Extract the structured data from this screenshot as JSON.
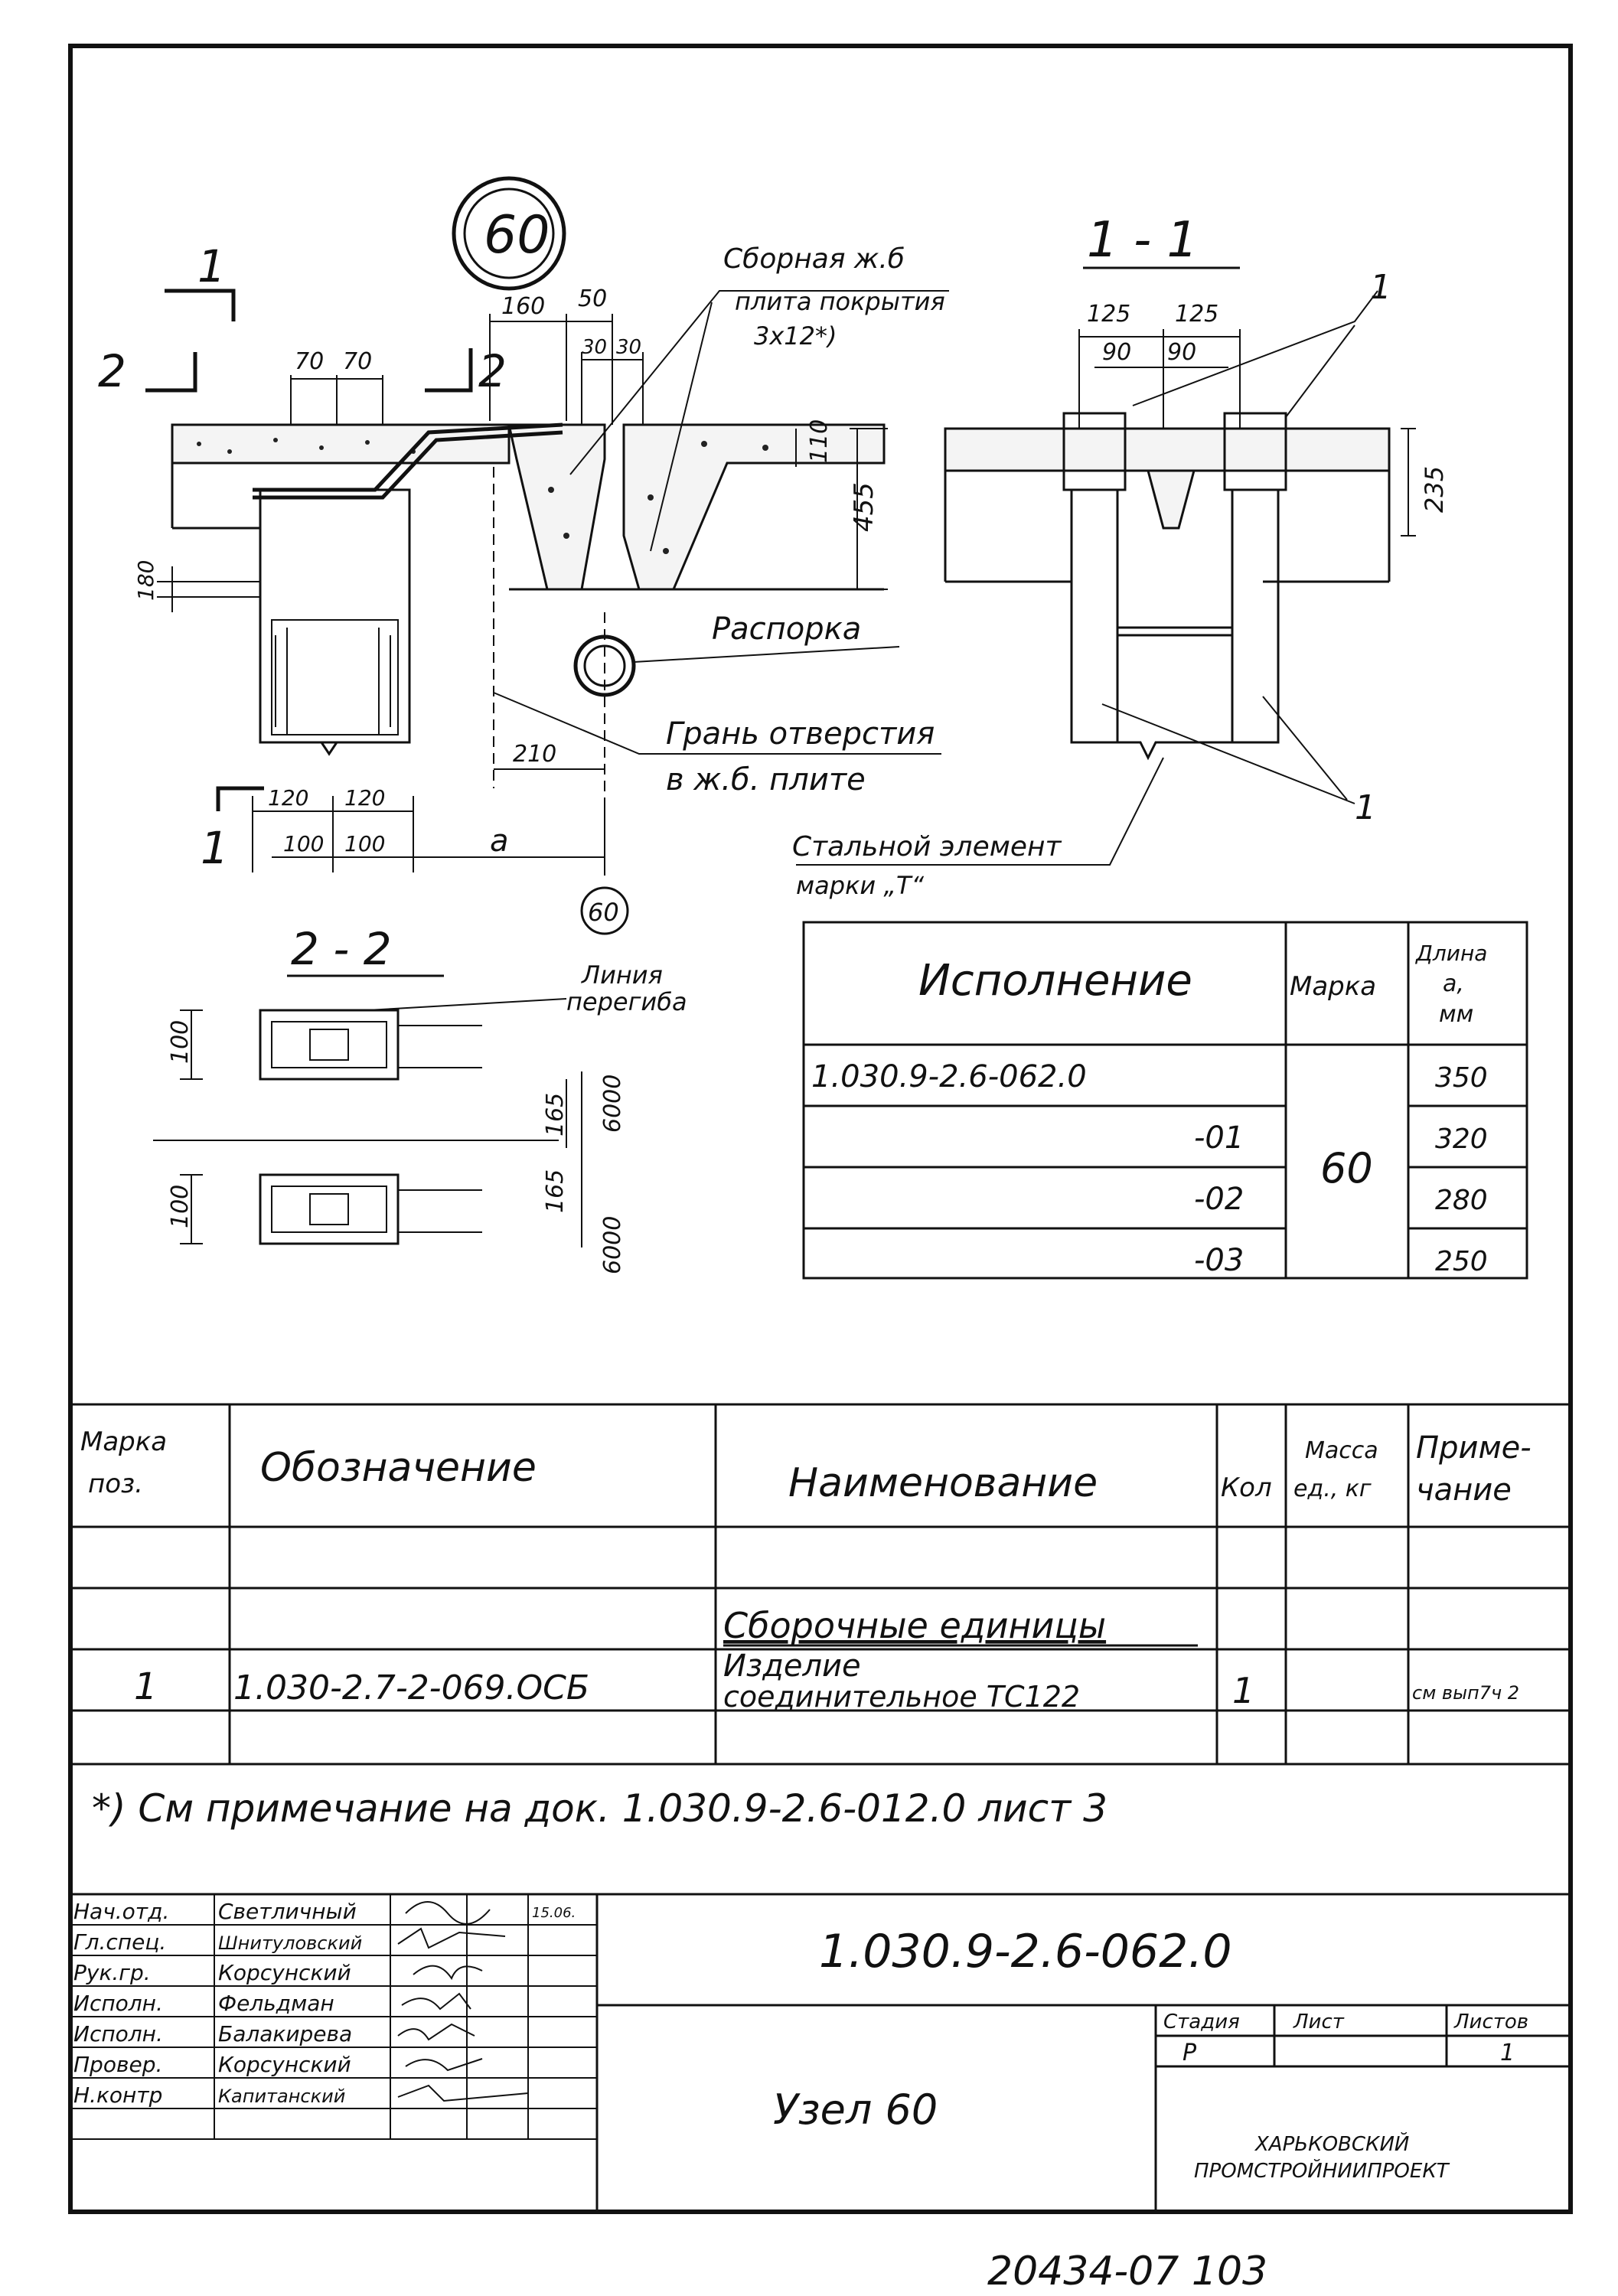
{
  "node_mark": "60",
  "callout_ref": "60",
  "section_1_1_title": "1 - 1",
  "section_2_2_title": "2 - 2",
  "cut_labels": {
    "one": "1",
    "two": "2"
  },
  "labels": {
    "precast_slab": "Сборная ж.б плита покрытия 3х12*)",
    "spacer": "Распорка",
    "hole_edge": "Грань отверстия в ж.б. плите",
    "steel_element": "Стальной элемент марки „Т“",
    "bend_line": "Линия перегиба",
    "dim_a": "a",
    "leader_1": "1"
  },
  "dimensions": {
    "d160": "160",
    "d50": "50",
    "d70a": "70",
    "d70b": "70",
    "d30a": "30",
    "d30b": "30",
    "d110": "110",
    "d455": "455",
    "d180": "180",
    "d210": "210",
    "d120a": "120",
    "d120b": "120",
    "d100a": "100",
    "d100b": "100",
    "d125a": "125",
    "d125b": "125",
    "d90a": "90",
    "d90b": "90",
    "d235": "235",
    "d100c": "100",
    "d165a": "165",
    "d6000a": "6000",
    "d100d": "100",
    "d165b": "165",
    "d6000b": "6000"
  },
  "exec_table": {
    "headers": {
      "execution": "Исполнение",
      "mark": "Марка",
      "length": "Длина а, мм"
    },
    "mark_value": "60",
    "rows": [
      {
        "execution": "1.030.9-2.6-062.0",
        "length": "350"
      },
      {
        "execution": "-01",
        "length": "320"
      },
      {
        "execution": "-02",
        "length": "280"
      },
      {
        "execution": "-03",
        "length": "250"
      }
    ]
  },
  "spec_table": {
    "headers": {
      "pos": "Марка поз.",
      "designation": "Обозначение",
      "name": "Наименование",
      "qty": "Кол",
      "mass": "Масса ед., кг",
      "note": "Приме-чание"
    },
    "section_header": "Сборочные единицы",
    "row": {
      "pos": "1",
      "designation": "1.030-2.7-2-069.ОСБ",
      "name": "Изделие соединительное ТС122",
      "qty": "1",
      "mass": "",
      "note": "см вып7ч 2"
    }
  },
  "footnote": "*) См примечание на док. 1.030.9-2.6-012.0 лист 3",
  "title_block": {
    "doc_code": "1.030.9-2.6-062.0",
    "title": "Узел 60",
    "stage_header": "Стадия",
    "sheet_header": "Лист",
    "sheets_header": "Листов",
    "stage": "Р",
    "sheet": "",
    "sheets": "1",
    "org": "ХАРЬКОВСКИЙ ПРОМСТРОЙНИИПРОЕКТ",
    "date": "15.06.",
    "staff": [
      {
        "role": "Нач.отд.",
        "name": "Светличный"
      },
      {
        "role": "Гл.спец.",
        "name": "Шнитуловский"
      },
      {
        "role": "Рук.гр.",
        "name": "Корсунский"
      },
      {
        "role": "Исполн.",
        "name": "Фельдман"
      },
      {
        "role": "Исполн.",
        "name": "Балакирева"
      },
      {
        "role": "Провер.",
        "name": "Корсунский"
      },
      {
        "role": "Н.контр",
        "name": "Капитанский"
      }
    ]
  },
  "archive_number": "20434-07    103"
}
